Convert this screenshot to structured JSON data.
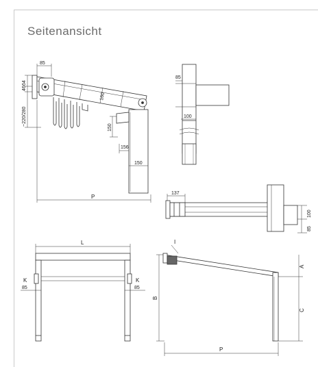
{
  "title": "Seitenansicht",
  "side_view": {
    "dim_top": "85",
    "dim_left_a": "64",
    "dim_left_b": "46",
    "dim_left_c": "~220/280",
    "dim_diag": "160",
    "dim_150_vert": "150",
    "dim_156": "156",
    "dim_150_horiz": "150",
    "dim_p": "P"
  },
  "post_detail": {
    "dim_85": "85",
    "dim_100": "100"
  },
  "top_view": {
    "dim_137": "137",
    "dim_100": "100",
    "dim_85": "85"
  },
  "front_view": {
    "dim_l": "L",
    "k_left": "K",
    "k_right": "K",
    "dim_85_left": "85",
    "dim_85_right": "85"
  },
  "side_profile": {
    "dim_i": "I",
    "dim_a": "A",
    "dim_b": "B",
    "dim_c": "C",
    "dim_p": "P"
  }
}
